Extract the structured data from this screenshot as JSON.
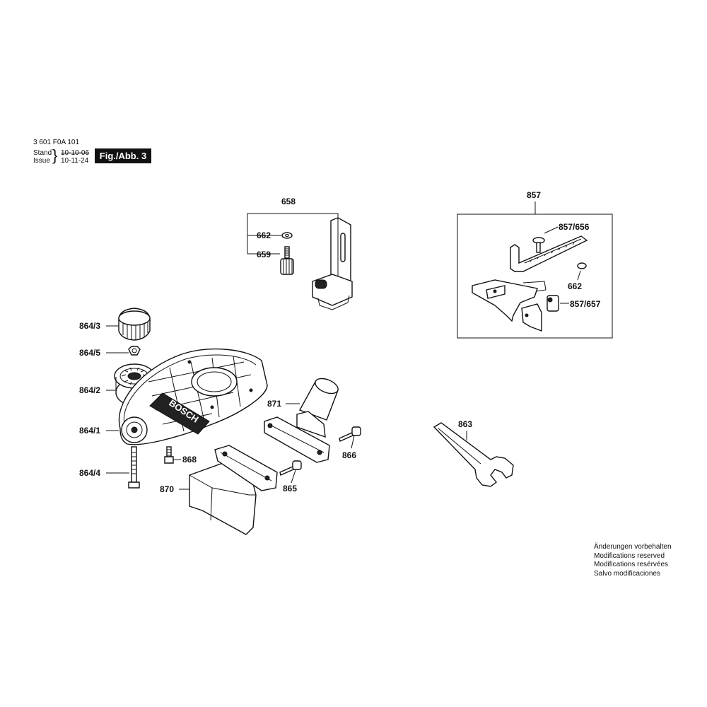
{
  "header": {
    "part_number": "3 601 F0A 101",
    "stand_label": "Stand",
    "issue_label": "Issue",
    "stand_date": "10-10-06",
    "issue_date": "10-11-24",
    "figure": "Fig./Abb. 3"
  },
  "callouts": {
    "c658": "658",
    "c662a": "662",
    "c659": "659",
    "c857": "857",
    "c857_656": "857/656",
    "c662b": "662",
    "c857_657": "857/657",
    "c864_3": "864/3",
    "c864_5": "864/5",
    "c864_2": "864/2",
    "c864_1": "864/1",
    "c864_4": "864/4",
    "c868": "868",
    "c870": "870",
    "c871": "871",
    "c866": "866",
    "c865": "865",
    "c863": "863"
  },
  "base_plate_text": "BOSCH",
  "notes": [
    "Änderungen vorbehalten",
    "Modifications reserved",
    "Modifications resérvées",
    "Salvo modificaciones"
  ]
}
